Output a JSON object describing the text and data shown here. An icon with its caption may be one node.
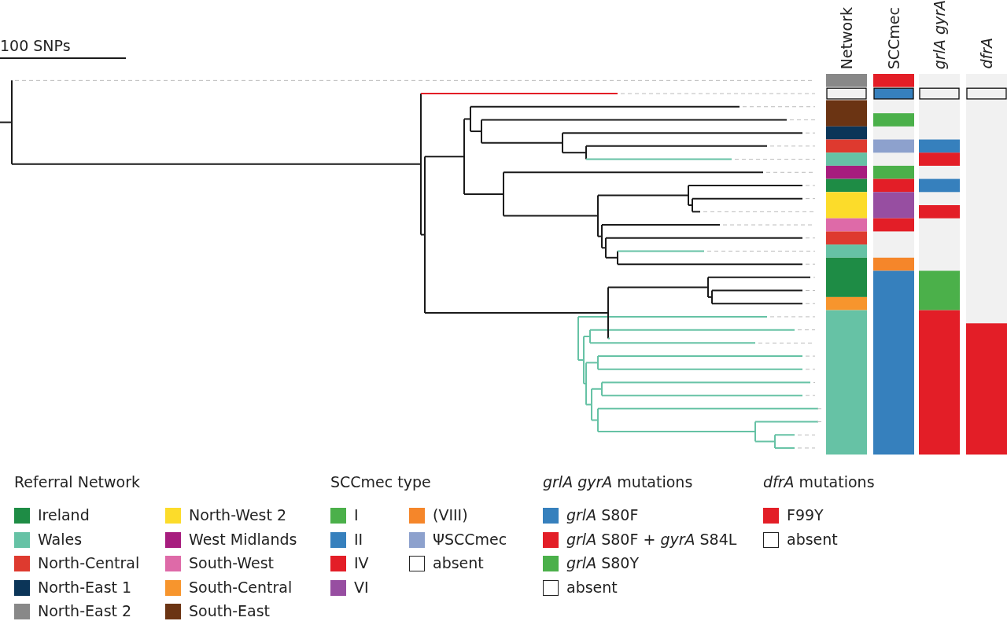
{
  "diagram": {
    "labels": [
      "100 SNPs",
      "Network",
      "SCCmec",
      "grlA gyrA",
      "dfrA",
      "Referral Network",
      "SCCmec type",
      "*grlA gyrA* mutations",
      "*dfrA* mutations"
    ],
    "legend": [
      {
        "text": "Ireland",
        "color": "#1e8c45"
      },
      {
        "text": "Wales",
        "color": "#66c2a5"
      },
      {
        "text": "North-Central",
        "color": "#de3a2f"
      },
      {
        "text": "North-East 1",
        "color": "#0b3558"
      },
      {
        "text": "North-East 2",
        "color": "#888888"
      },
      {
        "text": "North-West 2",
        "color": "#fcdc2a"
      },
      {
        "text": "West Midlands",
        "color": "#a71d7e"
      },
      {
        "text": "South-West",
        "color": "#de6aa8"
      },
      {
        "text": "South-Central",
        "color": "#f7952d"
      },
      {
        "text": "South-East",
        "color": "#6b3413"
      },
      {
        "text": "I",
        "color": "#4bb04a"
      },
      {
        "text": "II",
        "color": "#3680bd"
      },
      {
        "text": "IV",
        "color": "#e31e27"
      },
      {
        "text": "VI",
        "color": "#974ea1"
      },
      {
        "text": "(VIII)",
        "color": "#f5862a"
      },
      {
        "text": "ΨSCCmec",
        "color": "#8da1cd"
      },
      {
        "text": "absent",
        "color": "#ffffff"
      },
      {
        "text": "*grlA* S80F",
        "color": "#3680bd"
      },
      {
        "text": "*grlA* S80F + *gyrA* S84L",
        "color": "#e31e27"
      },
      {
        "text": "*grlA* S80Y",
        "color": "#4bb04a"
      },
      {
        "text": "absent",
        "color": "#ffffff"
      },
      {
        "text": "F99Y",
        "color": "#e31e27"
      },
      {
        "text": "absent",
        "color": "#ffffff"
      }
    ]
  }
}
